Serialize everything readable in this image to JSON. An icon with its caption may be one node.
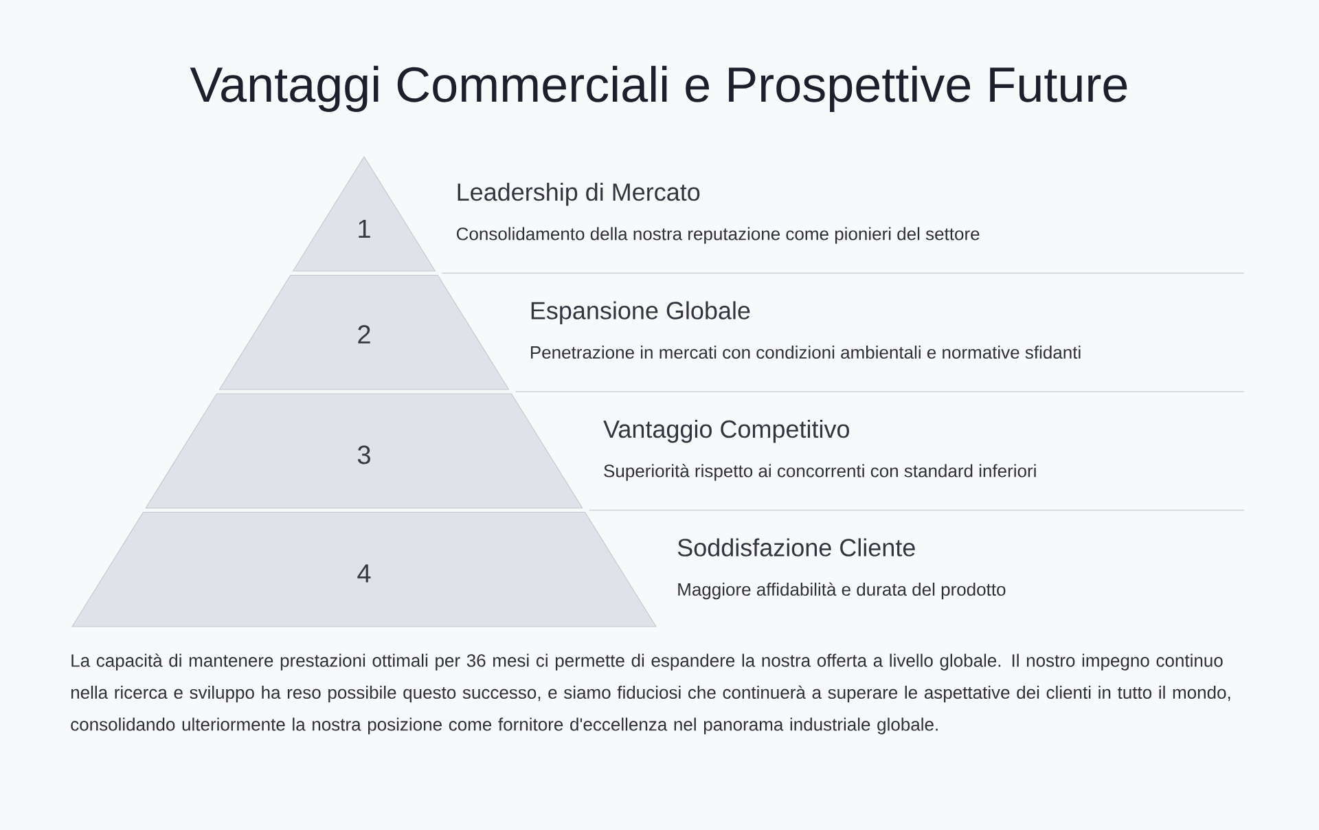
{
  "diagram": {
    "title": "Vantaggi Commerciali e Prospettive Future",
    "nodes": [
      {
        "text": [
          "1"
        ],
        "beside": [
          "Leadership di Mercato",
          "Consolidamento della nostra reputazione come pionieri del settore"
        ]
      },
      {
        "text": [
          "2"
        ],
        "beside": [
          "Espansione Globale",
          "Penetrazione in mercati con condizioni ambientali e normative sfidanti"
        ]
      },
      {
        "text": [
          "3"
        ],
        "beside": [
          "Vantaggio Competitivo",
          "Superiorità rispetto ai concorrenti con standard inferiori"
        ]
      },
      {
        "text": [
          "4"
        ],
        "beside": [
          "Soddisfazione Cliente",
          "Maggiore affidabilità e durata del prodotto"
        ]
      }
    ],
    "labels": [
      "La capacità di mantenere prestazioni ottimali per 36 mesi ci permette di espandere la nostra offerta a livello globale. Il nostro impegno continuo nella ricerca e sviluppo ha reso possibile questo successo, e siamo fiduciosi che continuerà a superare le aspettative dei clienti in tutto il mondo, consolidando ulteriormente la nostra posizione come fornitore d'eccellenza nel panorama industriale globale."
    ]
  }
}
